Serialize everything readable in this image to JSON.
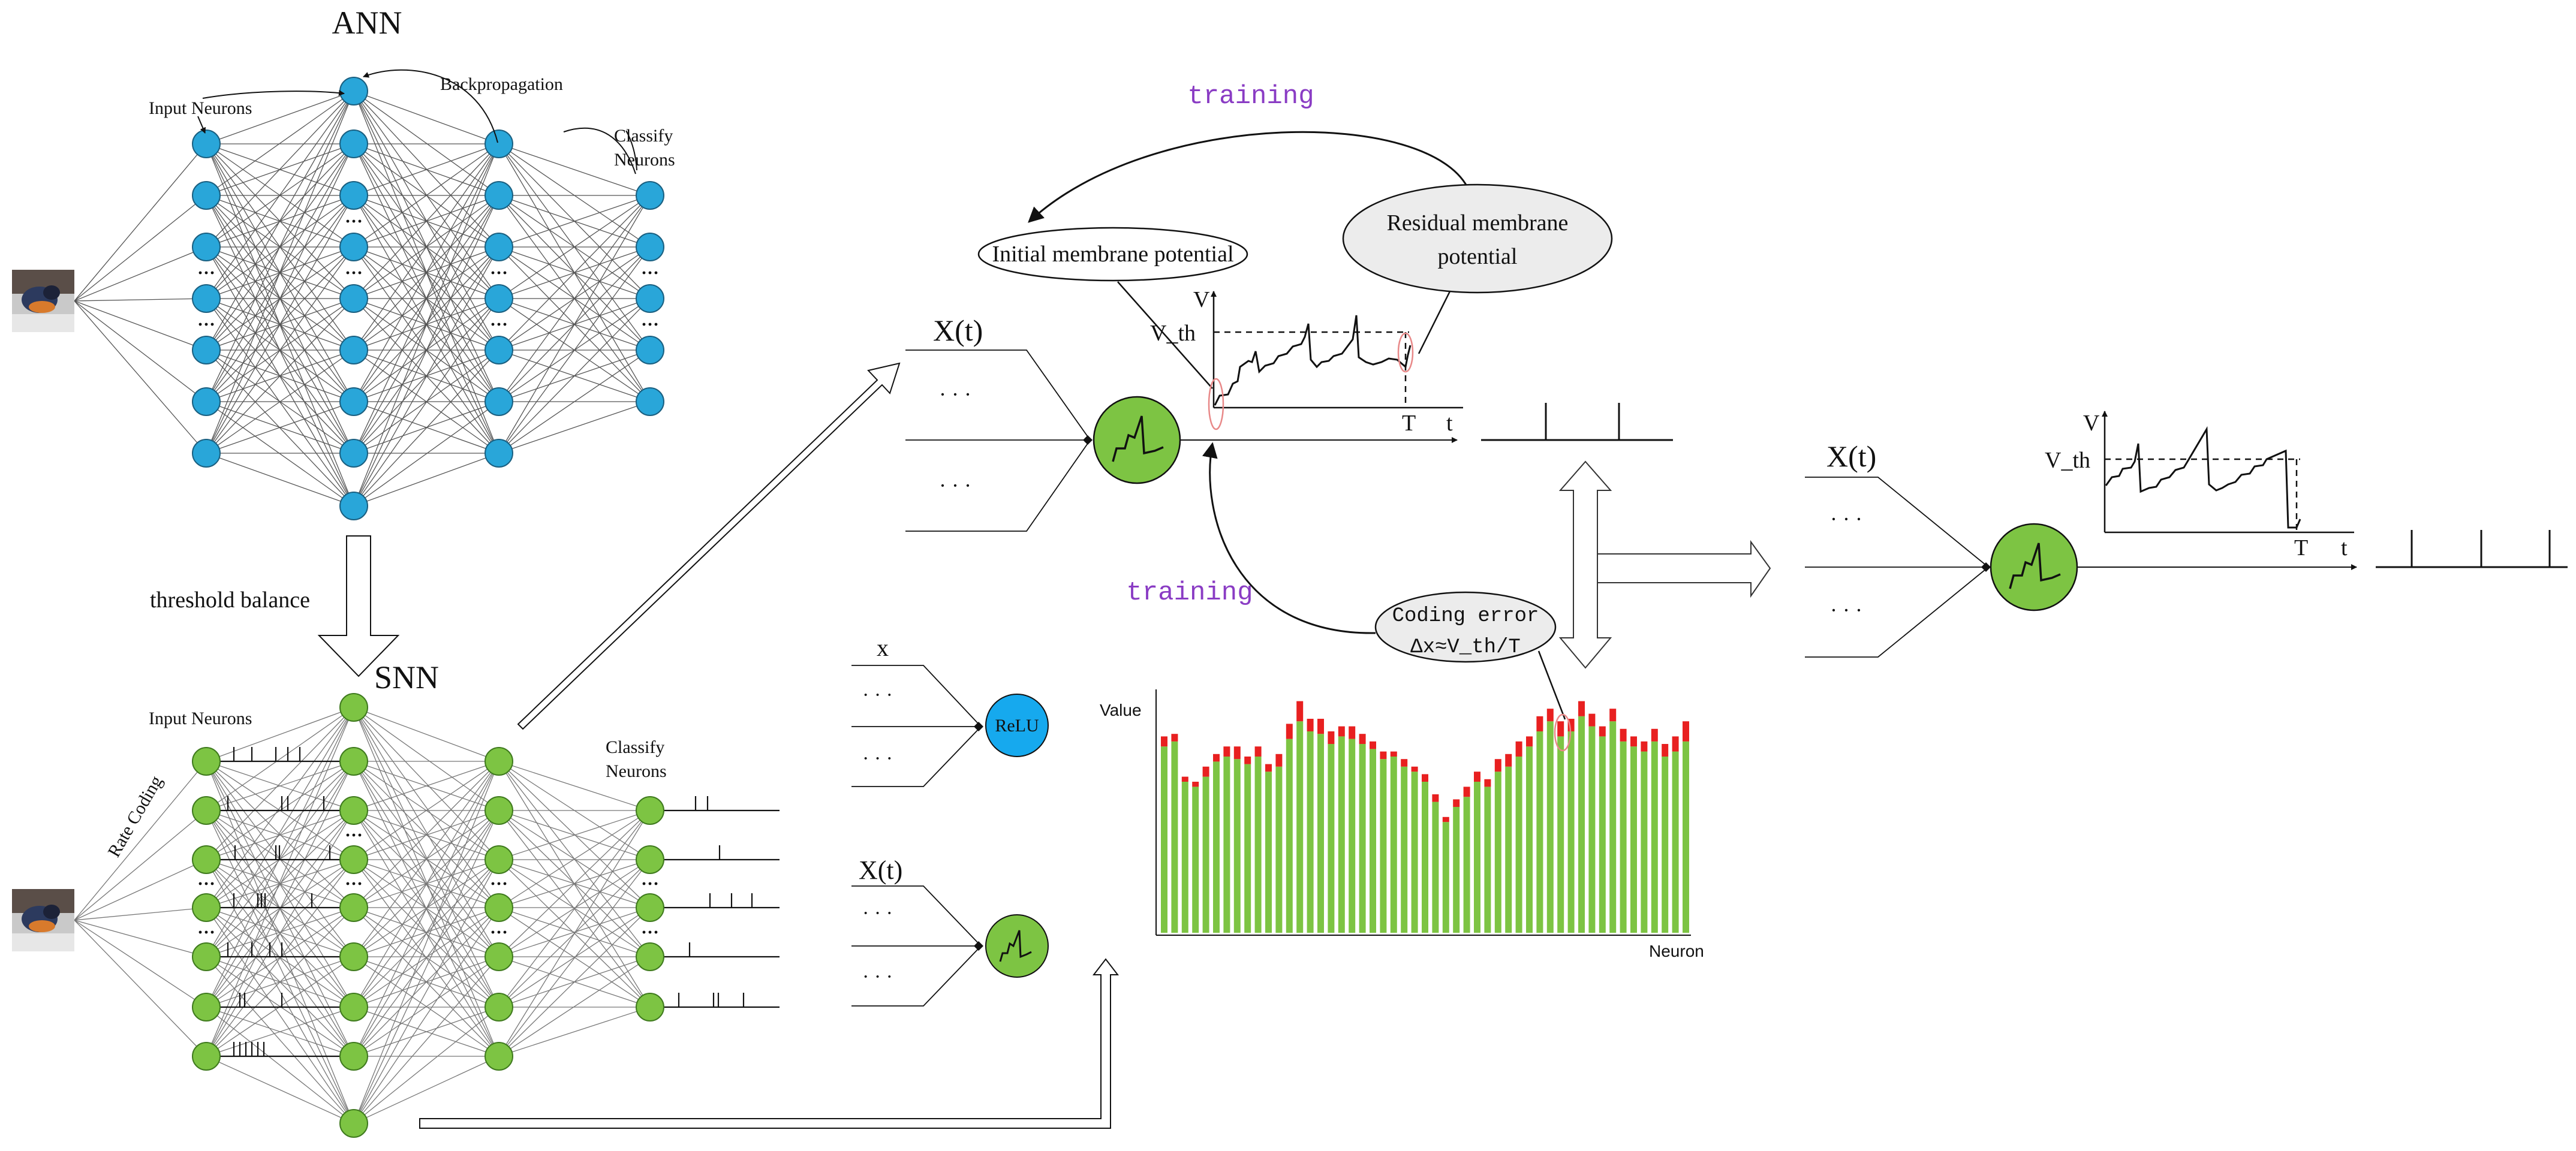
{
  "ann": {
    "title": "ANN",
    "input_label": "Input Neurons",
    "backprop_label": "Backpropagation",
    "classify_label_1": "Classify",
    "classify_label_2": "Neurons",
    "neuron_color": "#29a6d9"
  },
  "conversion": {
    "label": "threshold balance"
  },
  "snn": {
    "title": "SNN",
    "input_label": "Input Neurons",
    "rate_coding_label": "Rate Coding",
    "classify_label_1": "Classify",
    "classify_label_2": "Neurons",
    "neuron_color": "#7dc443"
  },
  "relu_unit": {
    "input_label": "x",
    "neuron_label": "ReLU",
    "dots": "· · ·"
  },
  "spiking_unit": {
    "input_label": "X(t)",
    "dots": "· · ·"
  },
  "center": {
    "top_training": "training",
    "bottom_training": "training",
    "initial_potential": "Initial membrane potential",
    "residual_potential_1": "Residual membrane",
    "residual_potential_2": "potential",
    "input_label": "X(t)",
    "dots": "· · ·",
    "v_axis": "V",
    "v_threshold": "V_th",
    "t_end": "T",
    "t_axis": "t",
    "coding_error_1": "Coding error",
    "coding_error_2": "Δx≈V_th/T",
    "training_color": "#8a3cc4"
  },
  "error_chart": {
    "ylabel": "Value",
    "xlabel": "Neuron",
    "bar_color": "#7dc443",
    "error_color": "#e82020"
  },
  "right": {
    "input_label": "X(t)",
    "dots": "· · ·",
    "v_axis": "V",
    "v_threshold": "V_th",
    "t_end": "T",
    "t_axis": "t"
  }
}
